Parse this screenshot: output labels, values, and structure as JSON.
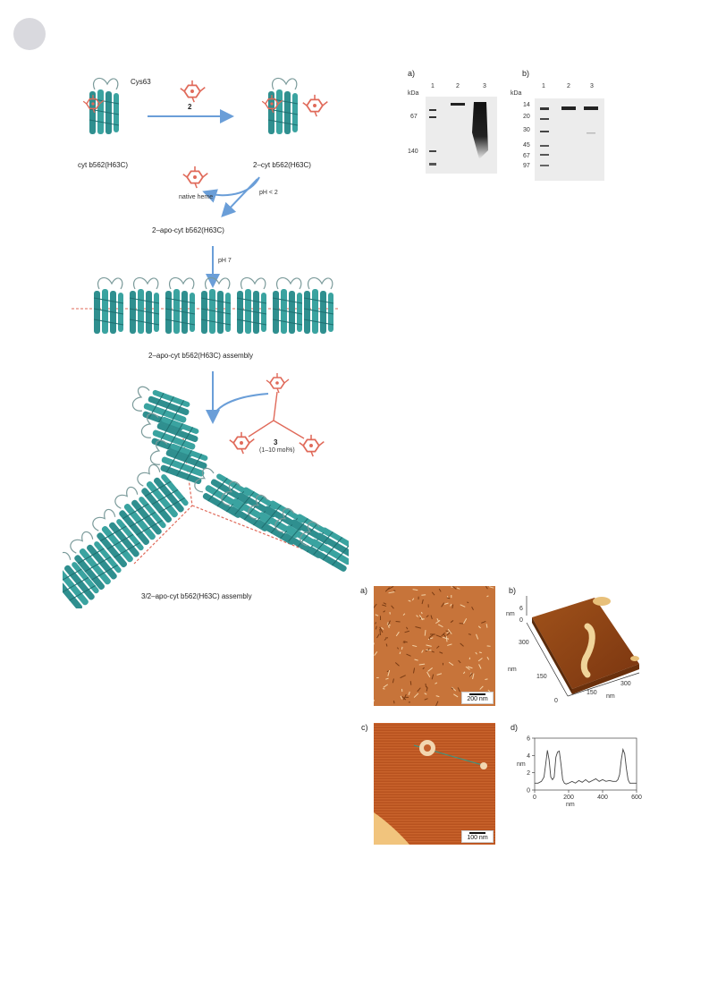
{
  "page": {
    "badge": ""
  },
  "scheme": {
    "cys_label": "Cys63",
    "reagent_2": "2",
    "protein_start": "cyt b562(H63C)",
    "protein_conj": "2–cyt b562(H63C)",
    "native_heme": "native heme",
    "ph_low": "pH < 2",
    "apo": "2–apo-cyt b562(H63C)",
    "ph_neutral": "pH 7",
    "assembly_linear": "2–apo-cyt b562(H63C) assembly",
    "reagent_3": "3",
    "reagent_3_amount": "(1–10 mol%)",
    "assembly_branched": "3/2–apo-cyt b562(H63C) assembly",
    "colors": {
      "protein": "#2f8f8f",
      "heme": "#e06a5a",
      "arrow": "#6a9ed8"
    }
  },
  "gel_a": {
    "letter": "a)",
    "unit": "kDa",
    "lanes": [
      "1",
      "2",
      "3"
    ],
    "markers": [
      "67",
      "140"
    ]
  },
  "gel_b": {
    "letter": "b)",
    "unit": "kDa",
    "lanes": [
      "1",
      "2",
      "3"
    ],
    "markers": [
      "14",
      "20",
      "30",
      "45",
      "67",
      "97"
    ]
  },
  "afm": {
    "a": {
      "letter": "a)",
      "scale": "200 nm"
    },
    "b": {
      "letter": "b)",
      "z_unit": "nm",
      "z_ticks": [
        "6",
        "0"
      ],
      "y_unit": "nm",
      "y_ticks": [
        "300",
        "150",
        "0"
      ],
      "x_unit": "nm",
      "x_ticks": [
        "150",
        "300"
      ]
    },
    "c": {
      "letter": "c)",
      "scale": "100 nm"
    },
    "d": {
      "letter": "d)"
    }
  },
  "chart_data": {
    "type": "line",
    "xlabel": "nm",
    "ylabel": "nm",
    "xlim": [
      0,
      600
    ],
    "ylim": [
      0,
      6
    ],
    "xticks": [
      "0",
      "200",
      "400",
      "600"
    ],
    "yticks": [
      "0",
      "2",
      "4",
      "6"
    ],
    "x": [
      0,
      20,
      40,
      55,
      65,
      75,
      85,
      95,
      105,
      115,
      125,
      135,
      145,
      155,
      165,
      175,
      185,
      200,
      220,
      240,
      260,
      280,
      300,
      320,
      340,
      360,
      380,
      400,
      420,
      440,
      460,
      480,
      490,
      500,
      510,
      520,
      530,
      540,
      550,
      560,
      580,
      600
    ],
    "series": [
      {
        "values": [
          0.8,
          0.8,
          1.0,
          1.5,
          3.0,
          4.6,
          3.5,
          1.5,
          1.2,
          1.5,
          3.8,
          4.4,
          4.5,
          3.0,
          1.2,
          0.8,
          0.7,
          0.8,
          1.0,
          0.8,
          1.1,
          0.9,
          1.2,
          0.9,
          1.1,
          1.3,
          1.0,
          1.2,
          1.0,
          1.1,
          1.0,
          1.0,
          1.2,
          1.8,
          3.5,
          4.7,
          4.2,
          2.5,
          1.2,
          0.8,
          0.8,
          0.8
        ]
      }
    ]
  }
}
